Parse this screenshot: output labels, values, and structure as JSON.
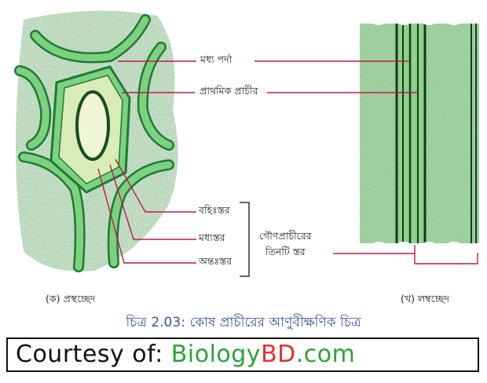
{
  "labels": {
    "middle_lamella": "মধ্য পর্দা",
    "primary_wall": "প্রাথমিক প্রাচীর",
    "outer_layer": "বহিঃস্তর",
    "middle_layer": "মধ্যস্তর",
    "inner_layer": "অন্তঃস্তর",
    "secondary_wall_line1": "গৌণপ্রাচীরের",
    "secondary_wall_line2": "তিনটি স্তর",
    "cross_section": "(ক) প্রস্থচ্ছেদ",
    "longitudinal_section": "(খ) লম্বচ্ছেদ"
  },
  "caption": "চিত্র 2.03: কোষ প্রাচীরের আণুবীক্ষণিক চিত্র",
  "courtesy": {
    "prefix": "Courtesy of:",
    "brand_part1": "Biology",
    "brand_part2": "BD",
    "brand_part3": ".com"
  },
  "colors": {
    "wall_green": "#7dd180",
    "wall_outline": "#1f7a35",
    "matrix_stipple": "#9cc79a",
    "pointer_line": "#c2184c",
    "caption_blue": "#3a53a4"
  }
}
